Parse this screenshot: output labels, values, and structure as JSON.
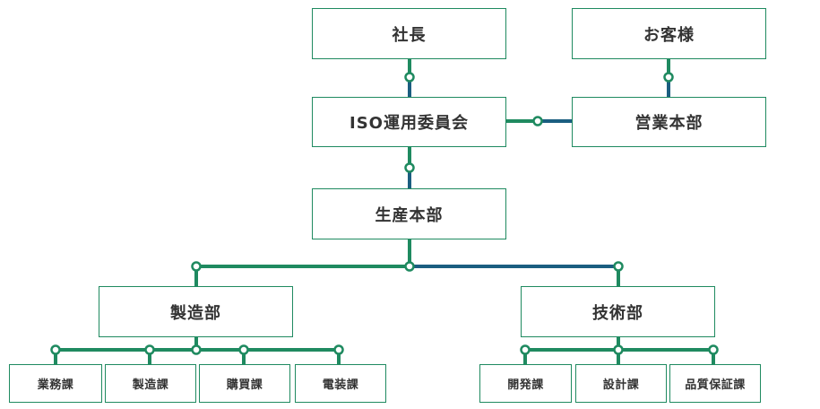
{
  "nodes": {
    "president": "社長",
    "customer": "お客様",
    "iso_committee": "ISO運用委員会",
    "sales_hq": "営業本部",
    "production_hq": "生産本部",
    "manufacturing_dept": "製造部",
    "engineering_dept": "技術部",
    "business_section": "業務課",
    "manufacturing_section": "製造課",
    "purchasing_section": "購買課",
    "electrical_section": "電装課",
    "development_section": "開発課",
    "design_section": "設計課",
    "qa_section": "品質保証課"
  },
  "colors": {
    "green": "#1f8a60",
    "blue": "#1b5e80",
    "text": "#333333"
  }
}
